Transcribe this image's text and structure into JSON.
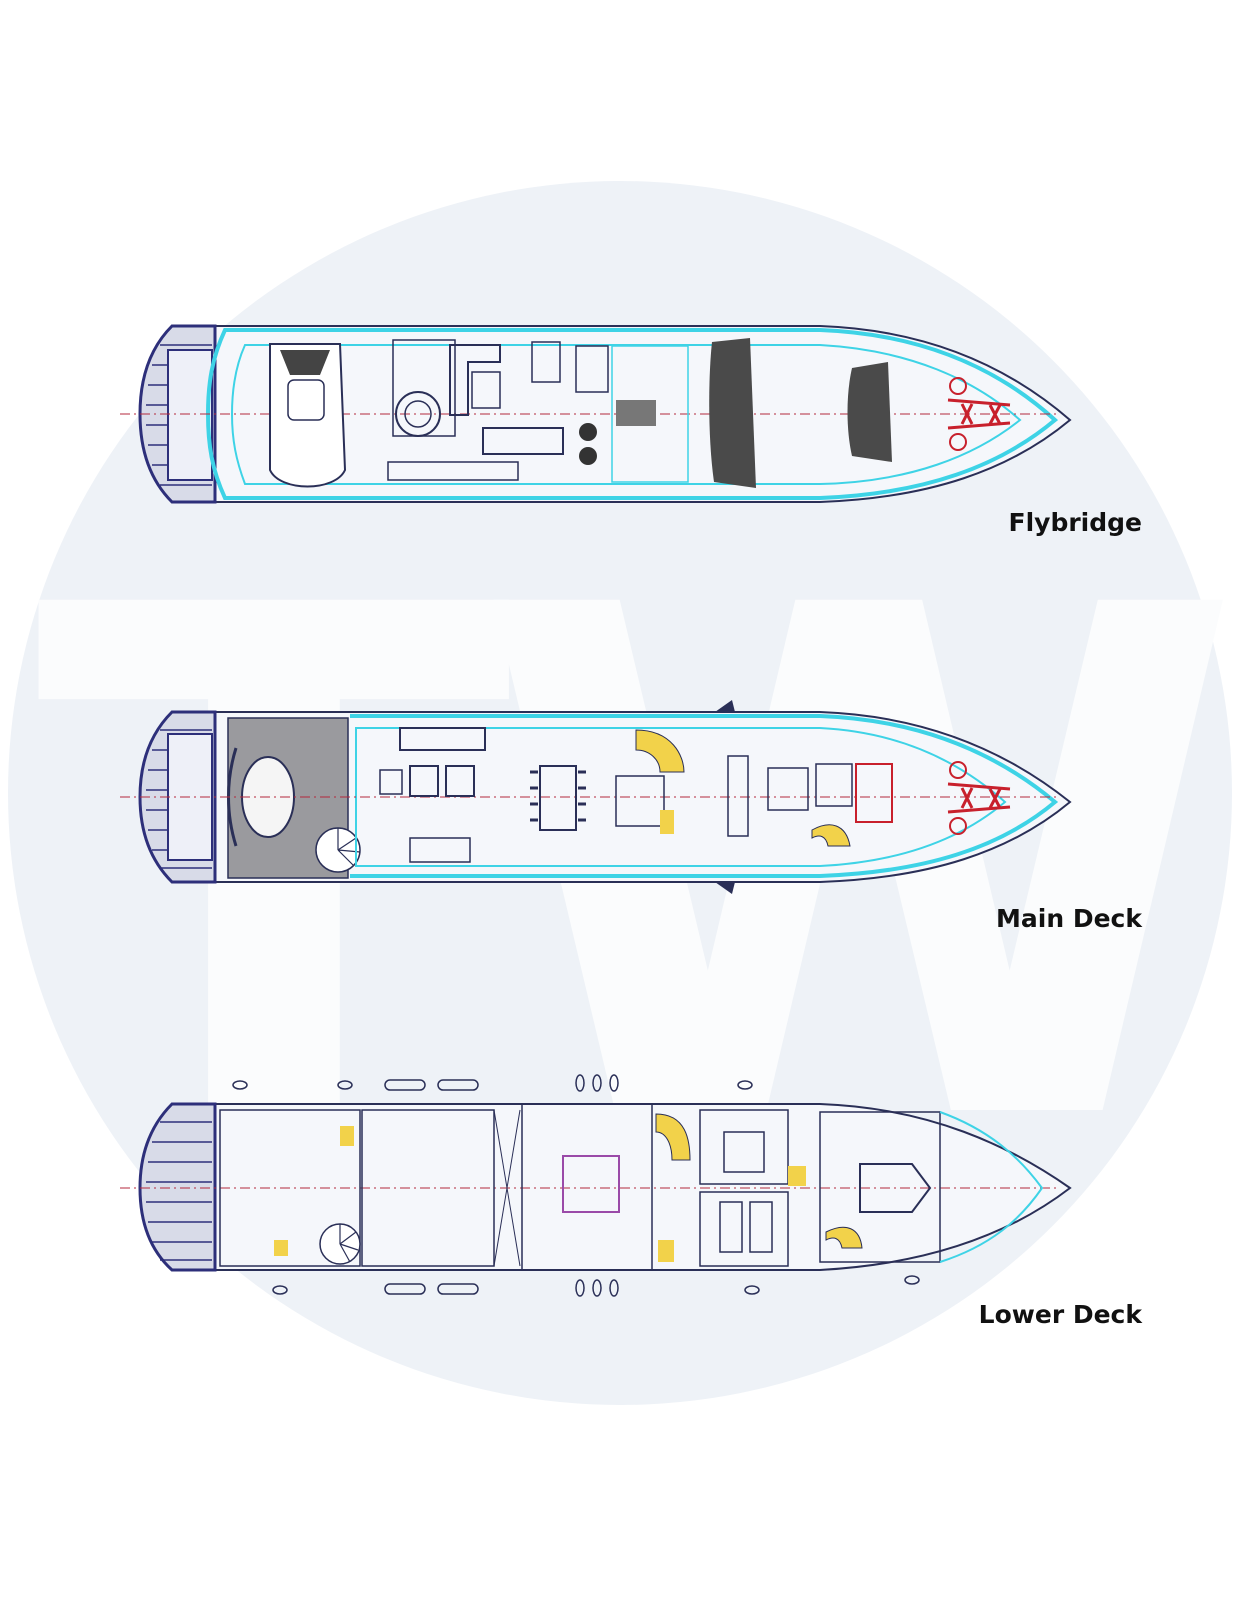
{
  "watermark": {
    "text": "TW",
    "circle_color": "#eef2f7",
    "letter_color": "#fbfcfd"
  },
  "colors": {
    "outline": "#2a2f57",
    "cyan": "#3ed3e6",
    "centerline": "#b4283c",
    "furniture": "#5a5f78",
    "dark_pad": "#4a4a4a",
    "red_gear": "#c8202c",
    "yellow_stair": "#f2d24a",
    "navy_stern": "#2d2f7a"
  },
  "decks": [
    {
      "id": "flybridge",
      "label": "Flybridge"
    },
    {
      "id": "main-deck",
      "label": "Main Deck"
    },
    {
      "id": "lower-deck",
      "label": "Lower Deck"
    }
  ]
}
